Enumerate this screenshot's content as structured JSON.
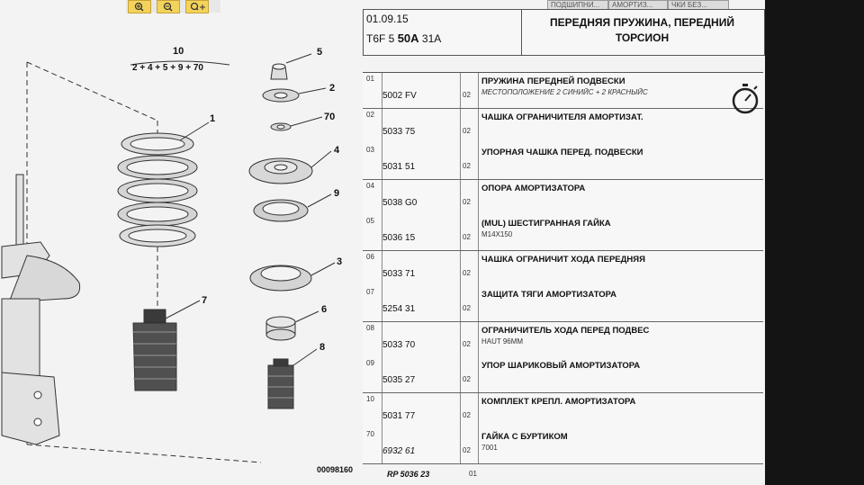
{
  "header": {
    "date": "01.09.15",
    "code_prefix": "T6F 5",
    "code_bold": "50A",
    "code_suffix": "31A",
    "title": "ПЕРЕДНЯЯ ПРУЖИНА, ПЕРЕДНИЙ ТОРСИОН"
  },
  "top_tabs": [
    "ПОДШИПНИ...",
    "АМОРТИЗ...",
    "ЧКИ БЕЗ..."
  ],
  "diagram": {
    "group_label": "10",
    "group_formula": "2 + 4 + 5 + 9 + 70",
    "callouts": [
      "1",
      "2",
      "3",
      "4",
      "5",
      "6",
      "7",
      "8",
      "9",
      "70"
    ],
    "reference": "00098160"
  },
  "parts": [
    {
      "num": "01",
      "ref": "5002 FV",
      "qty": "02",
      "desc": "ПРУЖИНА ПЕРЕДНЕЙ ПОДВЕСКИ",
      "sub": "МЕСТОПОЛОЖЕНИЕ 2 СИНИЙС + 2 КРАСНЫЙС"
    },
    {
      "num": "02",
      "ref": "5033 75",
      "qty": "02",
      "desc": "ЧАШКА ОГРАНИЧИТЕЛЯ АМОРТИЗАТ.",
      "sub": ""
    },
    {
      "num": "03",
      "ref": "5031 51",
      "qty": "02",
      "desc": "УПОРНАЯ ЧАШКА ПЕРЕД. ПОДВЕСКИ",
      "sub": ""
    },
    {
      "num": "04",
      "ref": "5038 G0",
      "qty": "02",
      "desc": "ОПОРА АМОРТИЗАТОРА",
      "sub": ""
    },
    {
      "num": "05",
      "ref": "5036 15",
      "qty": "02",
      "desc": "(MUL) ШЕСТИГРАННАЯ ГАЙКА",
      "sub": "M14X150"
    },
    {
      "num": "06",
      "ref": "5033 71",
      "qty": "02",
      "desc": "ЧАШКА ОГРАНИЧИТ ХОДА ПЕРЕДНЯЯ",
      "sub": ""
    },
    {
      "num": "07",
      "ref": "5254 31",
      "qty": "02",
      "desc": "ЗАЩИТА ТЯГИ АМОРТИЗАТОРА",
      "sub": ""
    },
    {
      "num": "08",
      "ref": "5033 70",
      "qty": "02",
      "desc": "ОГРАНИЧИТЕЛЬ ХОДА ПЕРЕД ПОДВЕС",
      "sub": "HAUT 96MM"
    },
    {
      "num": "09",
      "ref": "5035 27",
      "qty": "02",
      "desc": "УПОР ШАРИКОВЫЙ АМОРТИЗАТОРА",
      "sub": ""
    },
    {
      "num": "10",
      "ref": "5031 77",
      "qty": "02",
      "desc": "КОМПЛЕКТ КРЕПЛ. АМОРТИЗАТОРА",
      "sub": ""
    },
    {
      "num": "70",
      "ref": "6932 61",
      "qty": "02",
      "desc": "ГАЙКА С БУРТИКОМ",
      "sub": "7001"
    }
  ],
  "footer": {
    "ref": "RP 5036 23",
    "qty": "01"
  }
}
